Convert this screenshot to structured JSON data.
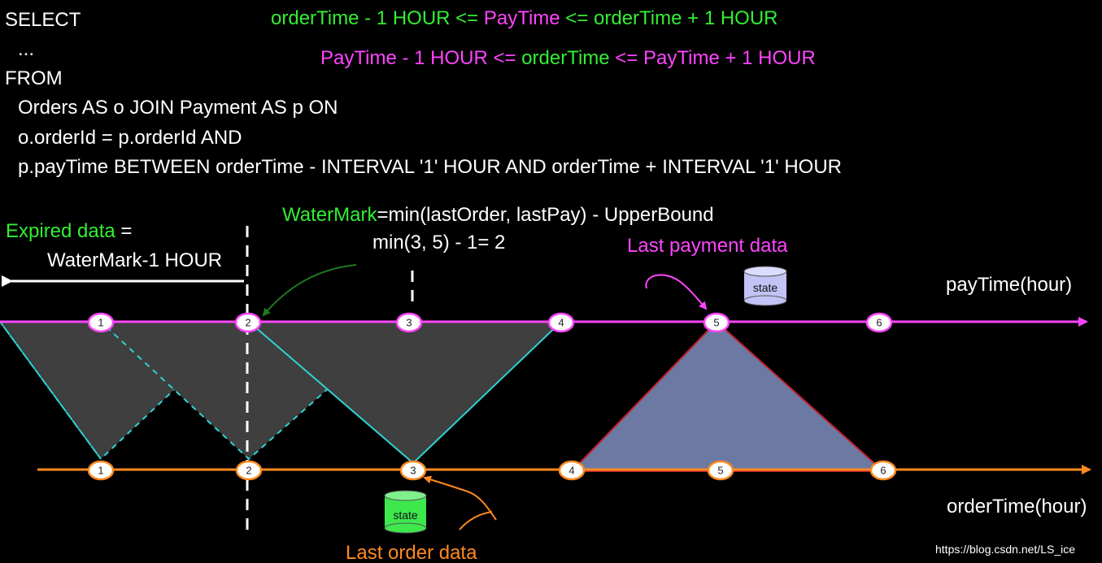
{
  "sql": {
    "select": "SELECT",
    "ellipsis": "...",
    "from": "FROM",
    "join_line": "Orders AS o JOIN Payment AS p ON",
    "on_line": "o.orderId = p.orderId AND",
    "between_line": "p.payTime BETWEEN orderTime - INTERVAL '1' HOUR AND  orderTime + INTERVAL '1' HOUR"
  },
  "formula1": {
    "part1": "orderTime - 1 HOUR <= ",
    "part2": "PayTime",
    "part3": " <= orderTime + 1 HOUR"
  },
  "formula2": {
    "part1": "PayTime - 1 HOUR <= ",
    "part2": "orderTime",
    "part3": " <= PayTime + 1 HOUR"
  },
  "watermark": {
    "label": "WaterMark",
    "formula": "=min(lastOrder, lastPay) - UpperBound",
    "calc": "min(3, 5) - 1= 2"
  },
  "expired": {
    "label": "Expired data",
    "eq": " =",
    "value": "WaterMark-1 HOUR"
  },
  "annotations": {
    "last_payment": "Last payment data",
    "last_order": "Last order data",
    "state": "state"
  },
  "axes": {
    "pay_label": "payTime(hour)",
    "order_label": "orderTime(hour)"
  },
  "pay_nodes": [
    "1",
    "2",
    "3",
    "4",
    "5",
    "6"
  ],
  "order_nodes": [
    "1",
    "2",
    "3",
    "4",
    "5",
    "6"
  ],
  "watermark_url": "https://blog.csdn.net/LS_ice",
  "colors": {
    "pay": "#ff44ff",
    "order": "#ff8a1f",
    "green": "#33ee33",
    "magenta": "#ff44ff",
    "orange": "#ff8a1f",
    "cyan": "#2ed3d3",
    "window": "#444444",
    "highlight": "#6c7aa3",
    "state_green": "#3de84d",
    "state_lavender": "#c3c3f5"
  }
}
